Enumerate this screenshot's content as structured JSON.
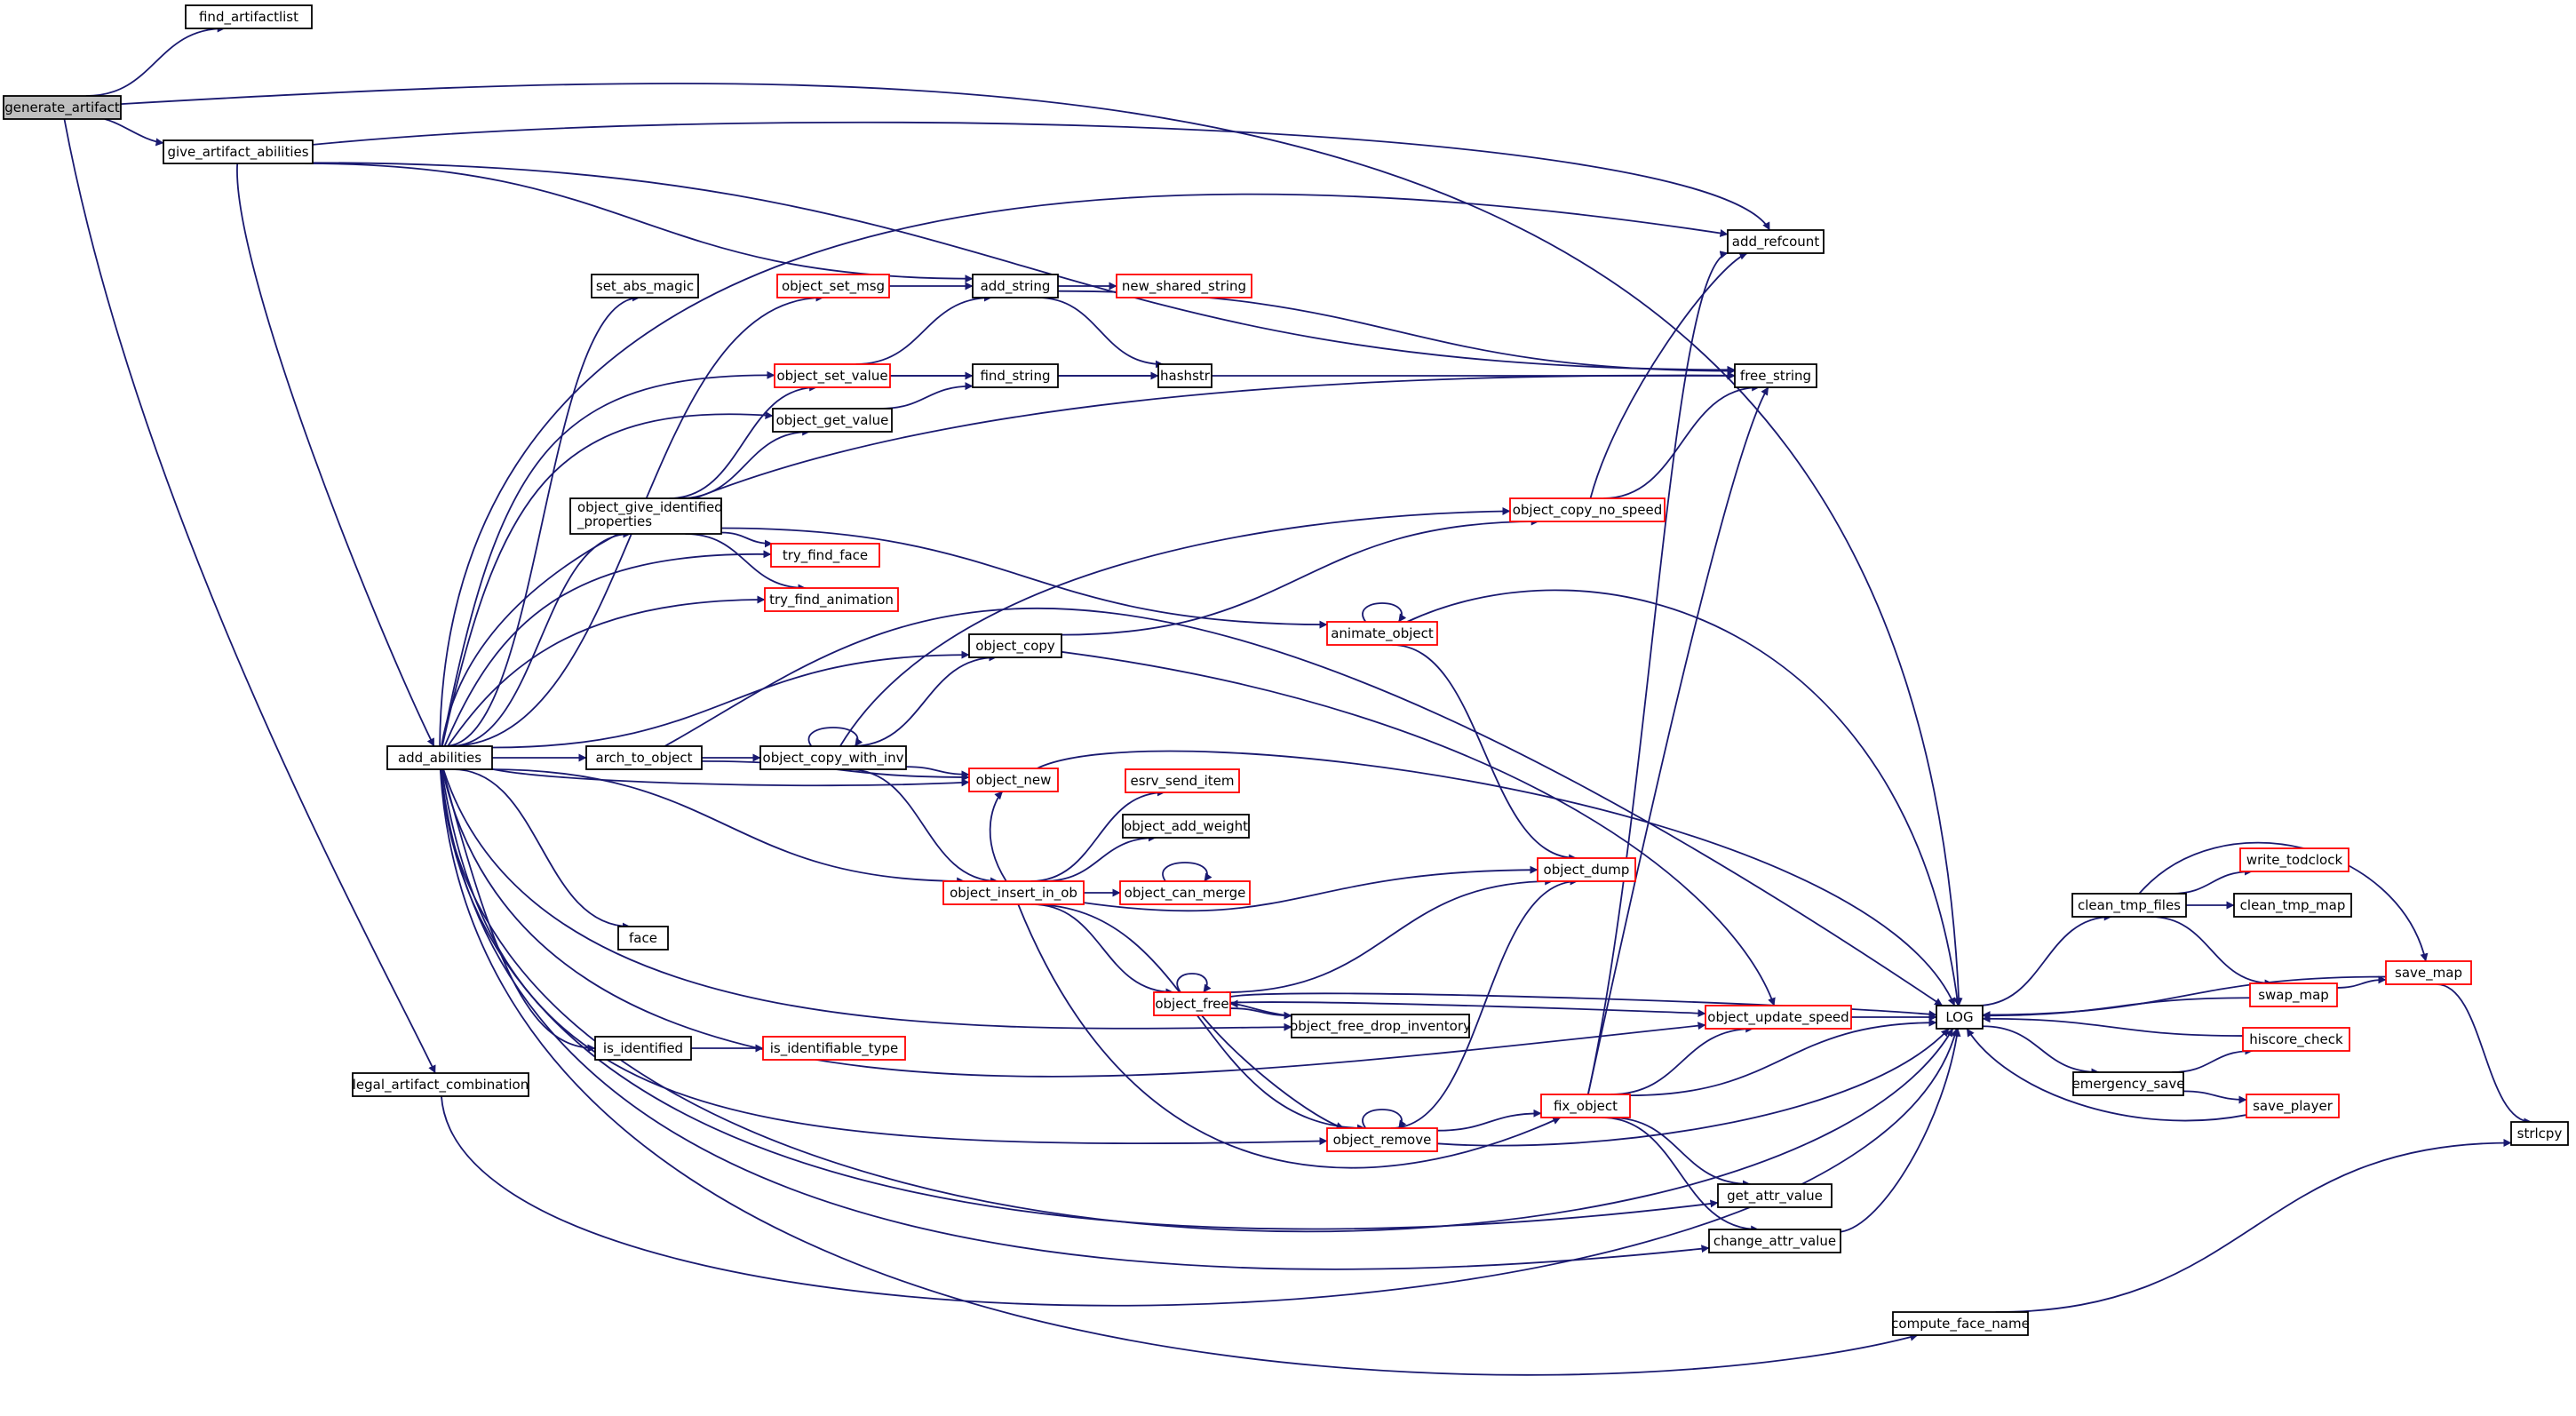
{
  "colors": {
    "edge": "#191970",
    "normal_border": "#000000",
    "truncated_border": "#ff0000",
    "root_fill": "#bfbfbf",
    "node_fill": "#ffffff"
  },
  "nodes": [
    {
      "id": "generate_artifact",
      "label": "generate_artifact",
      "root": true
    },
    {
      "id": "find_artifactlist",
      "label": "find_artifactlist"
    },
    {
      "id": "give_artifact_abilities",
      "label": "give_artifact_abilities"
    },
    {
      "id": "add_abilities",
      "label": "add_abilities"
    },
    {
      "id": "legal_artifact_combination",
      "label": "legal_artifact_combination"
    },
    {
      "id": "set_abs_magic",
      "label": "set_abs_magic"
    },
    {
      "id": "object_set_msg",
      "label": "object_set_msg",
      "truncated": true
    },
    {
      "id": "object_set_value",
      "label": "object_set_value",
      "truncated": true
    },
    {
      "id": "object_get_value",
      "label": "object_get_value"
    },
    {
      "id": "object_give_identified_properties",
      "label": "object_give_identified",
      "label2": "_properties"
    },
    {
      "id": "try_find_face",
      "label": "try_find_face",
      "truncated": true
    },
    {
      "id": "try_find_animation",
      "label": "try_find_animation",
      "truncated": true
    },
    {
      "id": "arch_to_object",
      "label": "arch_to_object"
    },
    {
      "id": "face",
      "label": "face"
    },
    {
      "id": "is_identified",
      "label": "is_identified"
    },
    {
      "id": "is_identifiable_type",
      "label": "is_identifiable_type",
      "truncated": true
    },
    {
      "id": "add_string",
      "label": "add_string"
    },
    {
      "id": "find_string",
      "label": "find_string"
    },
    {
      "id": "new_shared_string",
      "label": "new_shared_string",
      "truncated": true
    },
    {
      "id": "hashstr",
      "label": "hashstr"
    },
    {
      "id": "add_refcount",
      "label": "add_refcount"
    },
    {
      "id": "free_string",
      "label": "free_string"
    },
    {
      "id": "object_copy",
      "label": "object_copy"
    },
    {
      "id": "object_copy_with_inv",
      "label": "object_copy_with_inv"
    },
    {
      "id": "object_new",
      "label": "object_new",
      "truncated": true
    },
    {
      "id": "object_insert_in_ob",
      "label": "object_insert_in_ob",
      "truncated": true
    },
    {
      "id": "esrv_send_item",
      "label": "esrv_send_item",
      "truncated": true
    },
    {
      "id": "object_add_weight",
      "label": "object_add_weight"
    },
    {
      "id": "object_can_merge",
      "label": "object_can_merge",
      "truncated": true
    },
    {
      "id": "object_free",
      "label": "object_free",
      "truncated": true
    },
    {
      "id": "object_free_drop_inventory",
      "label": "object_free_drop_inventory"
    },
    {
      "id": "object_remove",
      "label": "object_remove",
      "truncated": true
    },
    {
      "id": "object_copy_no_speed",
      "label": "object_copy_no_speed",
      "truncated": true
    },
    {
      "id": "animate_object",
      "label": "animate_object",
      "truncated": true
    },
    {
      "id": "object_dump",
      "label": "object_dump",
      "truncated": true
    },
    {
      "id": "object_update_speed",
      "label": "object_update_speed",
      "truncated": true
    },
    {
      "id": "fix_object",
      "label": "fix_object",
      "truncated": true
    },
    {
      "id": "get_attr_value",
      "label": "get_attr_value"
    },
    {
      "id": "change_attr_value",
      "label": "change_attr_value"
    },
    {
      "id": "compute_face_name",
      "label": "compute_face_name"
    },
    {
      "id": "LOG",
      "label": "LOG"
    },
    {
      "id": "clean_tmp_files",
      "label": "clean_tmp_files"
    },
    {
      "id": "write_todclock",
      "label": "write_todclock",
      "truncated": true
    },
    {
      "id": "clean_tmp_map",
      "label": "clean_tmp_map"
    },
    {
      "id": "swap_map",
      "label": "swap_map",
      "truncated": true
    },
    {
      "id": "save_map",
      "label": "save_map",
      "truncated": true
    },
    {
      "id": "hiscore_check",
      "label": "hiscore_check",
      "truncated": true
    },
    {
      "id": "emergency_save",
      "label": "emergency_save"
    },
    {
      "id": "save_player",
      "label": "save_player",
      "truncated": true
    },
    {
      "id": "strlcpy",
      "label": "strlcpy"
    }
  ],
  "edges": [
    [
      "generate_artifact",
      "find_artifactlist"
    ],
    [
      "generate_artifact",
      "give_artifact_abilities"
    ],
    [
      "generate_artifact",
      "LOG"
    ],
    [
      "generate_artifact",
      "legal_artifact_combination"
    ],
    [
      "give_artifact_abilities",
      "add_refcount"
    ],
    [
      "give_artifact_abilities",
      "free_string"
    ],
    [
      "give_artifact_abilities",
      "add_string"
    ],
    [
      "give_artifact_abilities",
      "add_abilities"
    ],
    [
      "add_abilities",
      "add_refcount"
    ],
    [
      "add_abilities",
      "set_abs_magic"
    ],
    [
      "add_abilities",
      "object_set_msg"
    ],
    [
      "add_abilities",
      "object_set_value"
    ],
    [
      "add_abilities",
      "object_get_value"
    ],
    [
      "add_abilities",
      "free_string"
    ],
    [
      "add_abilities",
      "object_give_identified_properties"
    ],
    [
      "add_abilities",
      "try_find_face"
    ],
    [
      "add_abilities",
      "try_find_animation"
    ],
    [
      "add_abilities",
      "object_copy"
    ],
    [
      "add_abilities",
      "arch_to_object"
    ],
    [
      "add_abilities",
      "object_new"
    ],
    [
      "add_abilities",
      "object_insert_in_ob"
    ],
    [
      "add_abilities",
      "face"
    ],
    [
      "add_abilities",
      "object_free_drop_inventory"
    ],
    [
      "add_abilities",
      "is_identified"
    ],
    [
      "add_abilities",
      "object_update_speed"
    ],
    [
      "add_abilities",
      "object_remove"
    ],
    [
      "add_abilities",
      "get_attr_value"
    ],
    [
      "add_abilities",
      "change_attr_value"
    ],
    [
      "add_abilities",
      "LOG"
    ],
    [
      "add_abilities",
      "compute_face_name"
    ],
    [
      "legal_artifact_combination",
      "LOG"
    ],
    [
      "object_set_msg",
      "add_string"
    ],
    [
      "object_set_value",
      "add_string"
    ],
    [
      "object_set_value",
      "find_string"
    ],
    [
      "object_set_value",
      "free_string"
    ],
    [
      "object_get_value",
      "find_string"
    ],
    [
      "object_give_identified_properties",
      "object_set_value"
    ],
    [
      "object_give_identified_properties",
      "object_get_value"
    ],
    [
      "object_give_identified_properties",
      "try_find_face"
    ],
    [
      "object_give_identified_properties",
      "try_find_animation"
    ],
    [
      "object_give_identified_properties",
      "animate_object"
    ],
    [
      "arch_to_object",
      "LOG"
    ],
    [
      "arch_to_object",
      "object_copy_with_inv"
    ],
    [
      "arch_to_object",
      "object_new"
    ],
    [
      "is_identified",
      "is_identifiable_type"
    ],
    [
      "add_string",
      "new_shared_string"
    ],
    [
      "add_string",
      "hashstr"
    ],
    [
      "add_string",
      "free_string"
    ],
    [
      "find_string",
      "hashstr"
    ],
    [
      "object_copy",
      "object_copy_no_speed"
    ],
    [
      "object_copy",
      "object_update_speed"
    ],
    [
      "object_copy_with_inv",
      "object_copy_with_inv"
    ],
    [
      "object_copy_with_inv",
      "object_copy"
    ],
    [
      "object_copy_with_inv",
      "object_copy_no_speed"
    ],
    [
      "object_copy_with_inv",
      "object_new"
    ],
    [
      "object_copy_with_inv",
      "object_insert_in_ob"
    ],
    [
      "object_new",
      "LOG"
    ],
    [
      "object_insert_in_ob",
      "object_new"
    ],
    [
      "object_insert_in_ob",
      "esrv_send_item"
    ],
    [
      "object_insert_in_ob",
      "object_add_weight"
    ],
    [
      "object_insert_in_ob",
      "object_can_merge"
    ],
    [
      "object_insert_in_ob",
      "object_dump"
    ],
    [
      "object_insert_in_ob",
      "object_free"
    ],
    [
      "object_insert_in_ob",
      "object_remove"
    ],
    [
      "object_insert_in_ob",
      "fix_object"
    ],
    [
      "object_can_merge",
      "object_can_merge"
    ],
    [
      "object_free",
      "object_free"
    ],
    [
      "object_free",
      "object_dump"
    ],
    [
      "object_free",
      "object_free_drop_inventory"
    ],
    [
      "object_free",
      "LOG"
    ],
    [
      "object_free",
      "object_update_speed"
    ],
    [
      "object_free",
      "object_remove"
    ],
    [
      "object_free_drop_inventory",
      "object_free"
    ],
    [
      "object_remove",
      "object_remove"
    ],
    [
      "object_remove",
      "object_dump"
    ],
    [
      "object_remove",
      "fix_object"
    ],
    [
      "object_remove",
      "LOG"
    ],
    [
      "object_copy_no_speed",
      "add_refcount"
    ],
    [
      "object_copy_no_speed",
      "free_string"
    ],
    [
      "animate_object",
      "animate_object"
    ],
    [
      "animate_object",
      "LOG"
    ],
    [
      "animate_object",
      "object_dump"
    ],
    [
      "object_update_speed",
      "LOG"
    ],
    [
      "fix_object",
      "add_refcount"
    ],
    [
      "fix_object",
      "free_string"
    ],
    [
      "fix_object",
      "object_update_speed"
    ],
    [
      "fix_object",
      "LOG"
    ],
    [
      "fix_object",
      "get_attr_value"
    ],
    [
      "fix_object",
      "change_attr_value"
    ],
    [
      "change_attr_value",
      "LOG"
    ],
    [
      "compute_face_name",
      "strlcpy"
    ],
    [
      "LOG",
      "clean_tmp_files"
    ],
    [
      "LOG",
      "emergency_save"
    ],
    [
      "clean_tmp_files",
      "write_todclock"
    ],
    [
      "clean_tmp_files",
      "clean_tmp_map"
    ],
    [
      "clean_tmp_files",
      "swap_map"
    ],
    [
      "clean_tmp_files",
      "save_map"
    ],
    [
      "swap_map",
      "LOG"
    ],
    [
      "swap_map",
      "save_map"
    ],
    [
      "save_map",
      "LOG"
    ],
    [
      "save_map",
      "strlcpy"
    ],
    [
      "hiscore_check",
      "LOG"
    ],
    [
      "emergency_save",
      "hiscore_check"
    ],
    [
      "emergency_save",
      "save_player"
    ],
    [
      "save_player",
      "LOG"
    ]
  ]
}
